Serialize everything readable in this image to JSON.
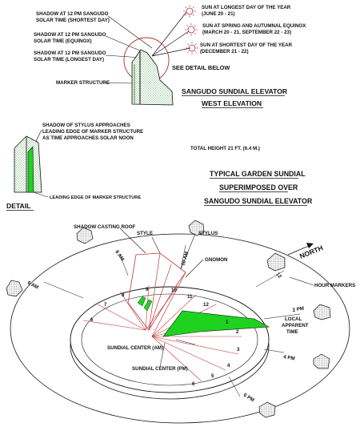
{
  "elevation": {
    "shadow_shortest_l1": "SHADOW AT 12 PM SANGUDO",
    "shadow_shortest_l2": "SOLAR TIME (SHORTEST DAY)",
    "shadow_equinox_l1": "SHADOW AT 12 PM SANGUDO",
    "shadow_equinox_l2": "SOLAR TIME (EQUINOX)",
    "shadow_longest_l1": "SHADOW AT 12 PM SANGUDO",
    "shadow_longest_l2": "SOLAR TIME (LONGEST DAY)",
    "marker_structure": "MARKER STRUCTURE",
    "sun_longest_l1": "SUN AT LONGEST DAY OF THE YEAR",
    "sun_longest_l2": "(JUNE 20 - 21)",
    "sun_equinox_l1": "SUN AT SPRING AND AUTUMNAL EQUINOX",
    "sun_equinox_l2": "(MARCH 20 - 21, SEPTEMBER 22 - 23)",
    "sun_shortest_l1": "SUN AT SHORTEST DAY OF THE YEAR",
    "sun_shortest_l2": "(DECEMBER 21 - 22)",
    "see_detail": "SEE DETAIL BELOW",
    "title": "SANGUDO SUNDIAL ELEVATOR",
    "subtitle": "WEST ELEVATION"
  },
  "detail": {
    "note_l1": "SHADOW OF STYLUS APPROACHES",
    "note_l2": "LEADING EDGE OF MARKER STRUCTURE",
    "note_l3": "AS TIME APPROACHES SOLAR NOON",
    "leading_edge": "LEADING EDGE OF MARKER STRUCTURE",
    "title": "DETAIL"
  },
  "total_height": "TOTAL HEIGHT 21 FT. (6.4 M.)",
  "typical": {
    "line1": "TYPICAL GARDEN SUNDIAL",
    "line2": "SUPERIMPOSED OVER",
    "line3": "SANGUDO SUNDIAL ELEVATOR"
  },
  "plan": {
    "shadow_roof": "SHADOW CASTING ROOF",
    "style": "STYLE",
    "stylus": "STYLUS",
    "north": "NORTH",
    "gnomon": "GNOMON",
    "hour_markers": "HOUR MARKERS",
    "local_time_l1": "LOCAL",
    "local_time_l2": "APPARENT",
    "local_time_l3": "TIME",
    "center_am": "SUNDIAL CENTER (AM)",
    "center_pm": "SUNDIAL CENTER (PM)",
    "am6": "6 AM",
    "am8": "8 AM",
    "am10": "10 AM",
    "n12": "12",
    "pm2": "2 PM",
    "pm4": "4 PM",
    "pm6": "6 PM",
    "h6": "6",
    "h7": "7",
    "h8": "8",
    "h9": "9",
    "h10": "10",
    "h11": "11",
    "h12": "12",
    "h1": "1",
    "h2": "2",
    "h3": "3",
    "h4": "4",
    "h5": "5",
    "h6b": "6"
  },
  "colors": {
    "ink": "#111111",
    "green": "#1fd21f",
    "stipple": "#3aa63a"
  }
}
